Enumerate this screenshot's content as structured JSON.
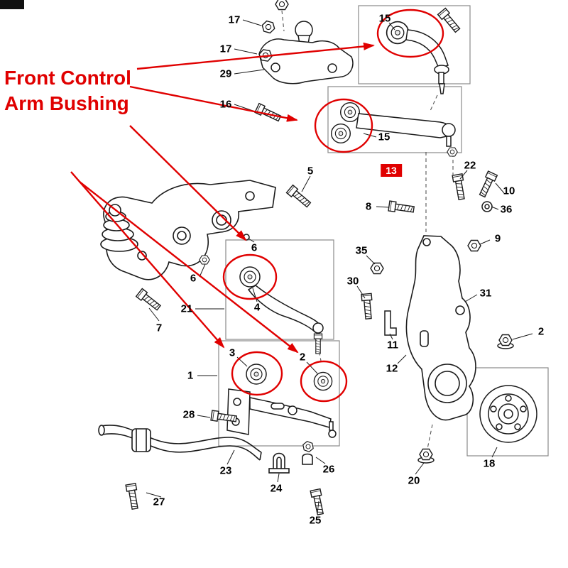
{
  "annotation": {
    "title_line1": "Front Control",
    "title_line2": "Arm Bushing",
    "highlight_color": "#e00000"
  },
  "highlighted_callout": {
    "label": "13"
  },
  "callouts": [
    {
      "label": "17"
    },
    {
      "label": "17"
    },
    {
      "label": "29"
    },
    {
      "label": "16"
    },
    {
      "label": "15"
    },
    {
      "label": "15"
    },
    {
      "label": "22"
    },
    {
      "label": "10"
    },
    {
      "label": "36"
    },
    {
      "label": "8"
    },
    {
      "label": "9"
    },
    {
      "label": "35"
    },
    {
      "label": "30"
    },
    {
      "label": "31"
    },
    {
      "label": "2"
    },
    {
      "label": "11"
    },
    {
      "label": "12"
    },
    {
      "label": "5"
    },
    {
      "label": "6"
    },
    {
      "label": "6"
    },
    {
      "label": "21"
    },
    {
      "label": "4"
    },
    {
      "label": "7"
    },
    {
      "label": "3"
    },
    {
      "label": "2"
    },
    {
      "label": "1"
    },
    {
      "label": "28"
    },
    {
      "label": "23"
    },
    {
      "label": "24"
    },
    {
      "label": "26"
    },
    {
      "label": "25"
    },
    {
      "label": "27"
    },
    {
      "label": "20"
    },
    {
      "label": "18"
    }
  ]
}
